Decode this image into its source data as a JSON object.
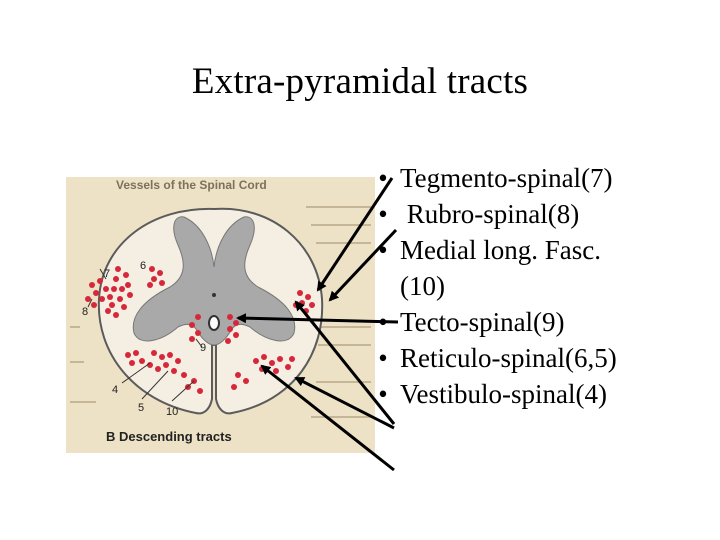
{
  "slide": {
    "title": "Extra-pyramidal tracts"
  },
  "bullets": [
    {
      "text": "Tegmento-spinal(7)"
    },
    {
      "text": " Rubro-spinal(8)"
    },
    {
      "text": "Medial long. Fasc.(10)"
    },
    {
      "text": "Tecto-spinal(9)"
    },
    {
      "text": "Reticulo-spinal(6,5)"
    },
    {
      "text": "Vestibulo-spinal(4)"
    }
  ],
  "figure": {
    "caption": "B  Descending tracts",
    "header_text": "Vessels of the Spinal Cord",
    "numbers": [
      "7",
      "6",
      "8",
      "9",
      "4",
      "5",
      "10"
    ]
  },
  "colors": {
    "figure_background": "#ede2c6",
    "white_matter": "#f4efe2",
    "gray_matter": "#a9a9a9",
    "tract_dots": "#d6283a",
    "arrow": "#000000"
  }
}
